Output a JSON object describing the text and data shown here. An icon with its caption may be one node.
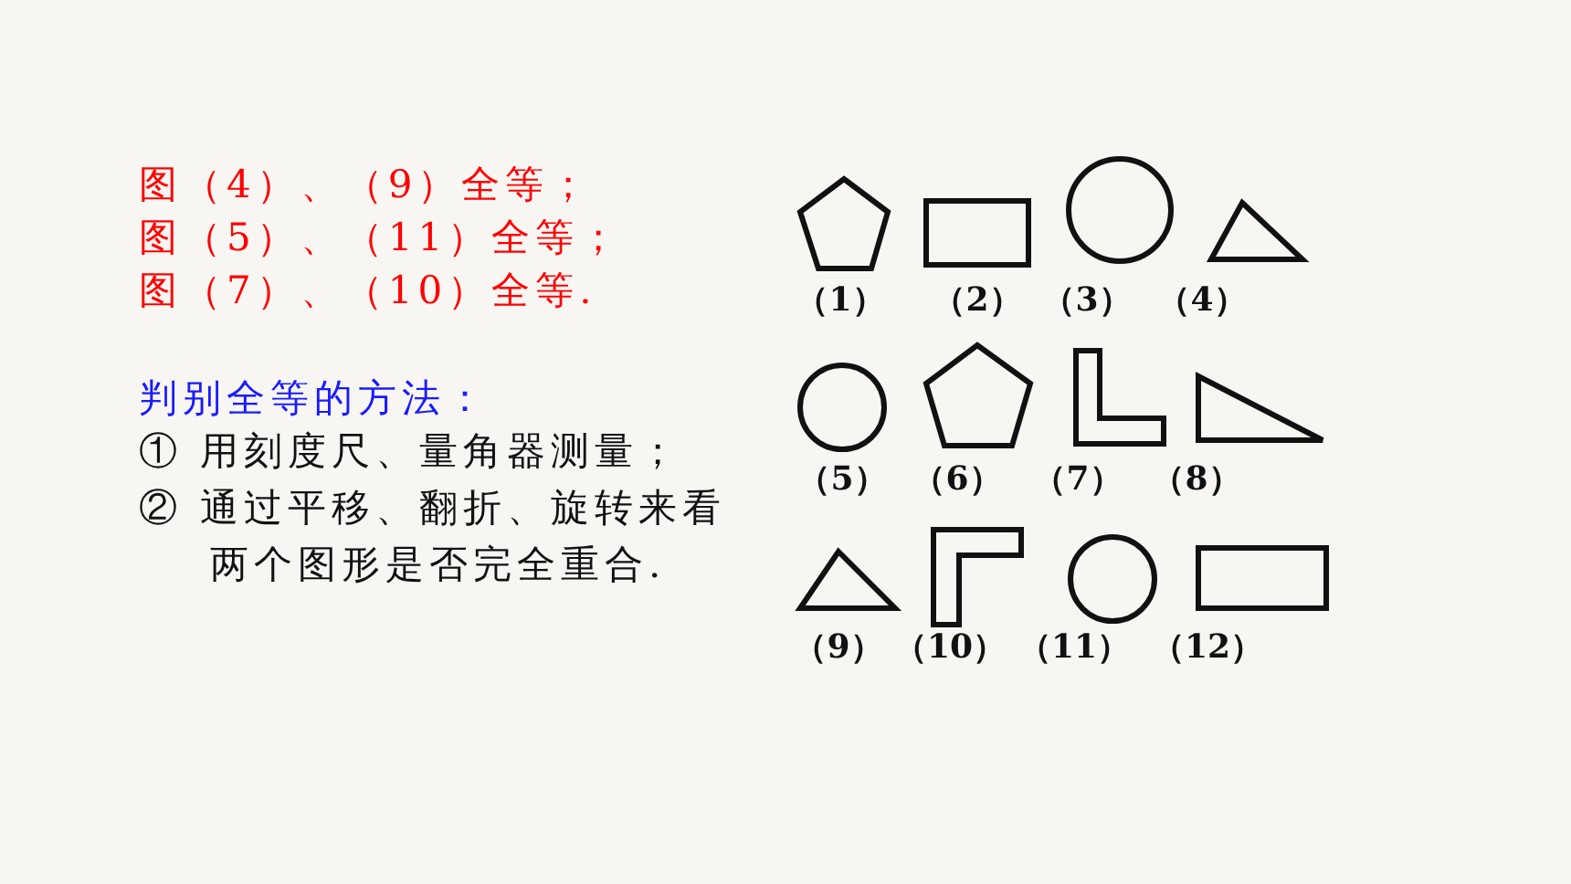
{
  "diagram": {
    "nodes": [
      {
        "text": [],
        "shape": "pentagon",
        "beside": [
          "（1）"
        ]
      },
      {
        "text": [],
        "shape": "box",
        "beside": [
          "（2）"
        ]
      },
      {
        "text": [],
        "shape": "circle",
        "beside": [
          "（3）"
        ]
      },
      {
        "text": [],
        "shape": "triangle",
        "beside": [
          "（4）"
        ]
      },
      {
        "text": [],
        "shape": "circle",
        "beside": [
          "（5）"
        ]
      },
      {
        "text": [],
        "shape": "pentagon",
        "beside": [
          "（6）"
        ]
      },
      {
        "text": [],
        "shape": "l-shape",
        "beside": [
          "（7）"
        ]
      },
      {
        "text": [],
        "shape": "triangle",
        "beside": [
          "（8）"
        ]
      },
      {
        "text": [],
        "shape": "triangle",
        "beside": [
          "（9）"
        ]
      },
      {
        "text": [],
        "shape": "l-shape",
        "beside": [
          "（10）"
        ]
      },
      {
        "text": [],
        "shape": "circle",
        "beside": [
          "（11）"
        ]
      },
      {
        "text": [],
        "shape": "box",
        "beside": [
          "（12）"
        ]
      }
    ],
    "edges": [],
    "labels": [
      "图（4）、（9）全等；",
      "图（5）、（11）全等；",
      "图（7）、（10）全等.",
      "判别全等的方法：",
      "① 用刻度尺、量角器测量；",
      "② 通过平移、翻折、旋转来看两个图形是否完全重合."
    ]
  }
}
